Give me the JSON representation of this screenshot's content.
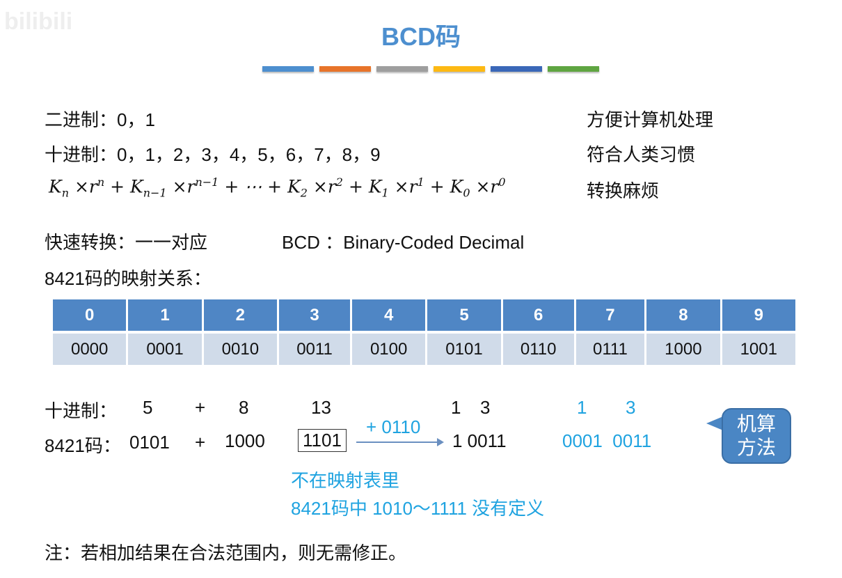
{
  "watermark": "bilibili",
  "title": "BCD码",
  "bar_colors": [
    "#4d8fcf",
    "#e8742a",
    "#9e9e9e",
    "#fdb913",
    "#3a67b8",
    "#5fa541"
  ],
  "lines": {
    "binary": "二进制：0，1",
    "binary_note": "方便计算机处理",
    "decimal": "十进制：0，1，2，3，4，5，6，7，8，9",
    "decimal_note": "符合人类习惯",
    "formula_note": "转换麻烦",
    "quick": "快速转换：一一对应",
    "bcd": "BCD ：Binary-Coded Decimal",
    "mapping": "8421码的映射关系："
  },
  "formula": {
    "K": "K",
    "r": "r",
    "n": "n",
    "n1": "n−1",
    "nm1": "n−1",
    "two": "2",
    "one": "1",
    "zero": "0",
    "times": "×",
    "plus": "+",
    "dots": "+ ⋯ +"
  },
  "table": {
    "header": [
      "0",
      "1",
      "2",
      "3",
      "4",
      "5",
      "6",
      "7",
      "8",
      "9"
    ],
    "codes": [
      "0000",
      "0001",
      "0010",
      "0011",
      "0100",
      "0101",
      "0110",
      "0111",
      "1000",
      "1001"
    ]
  },
  "example": {
    "dec_label": "十进制：",
    "a": "5",
    "plus": "+",
    "b": "8",
    "sum": "13",
    "r1": "1",
    "r2": "3",
    "c1": "1",
    "c2": "3",
    "bcd_label": "8421码：",
    "ab": "0101",
    "bb": "1000",
    "sumb": "1101",
    "fix": "+ 0110",
    "result": "1 0011",
    "corrected": "0001  0011",
    "note1": "不在映射表里",
    "note2": "8421码中 1010～1111 没有定义",
    "bubble1": "机算",
    "bubble2": "方法"
  },
  "footnote": "注：若相加结果在合法范围内，则无需修正。"
}
